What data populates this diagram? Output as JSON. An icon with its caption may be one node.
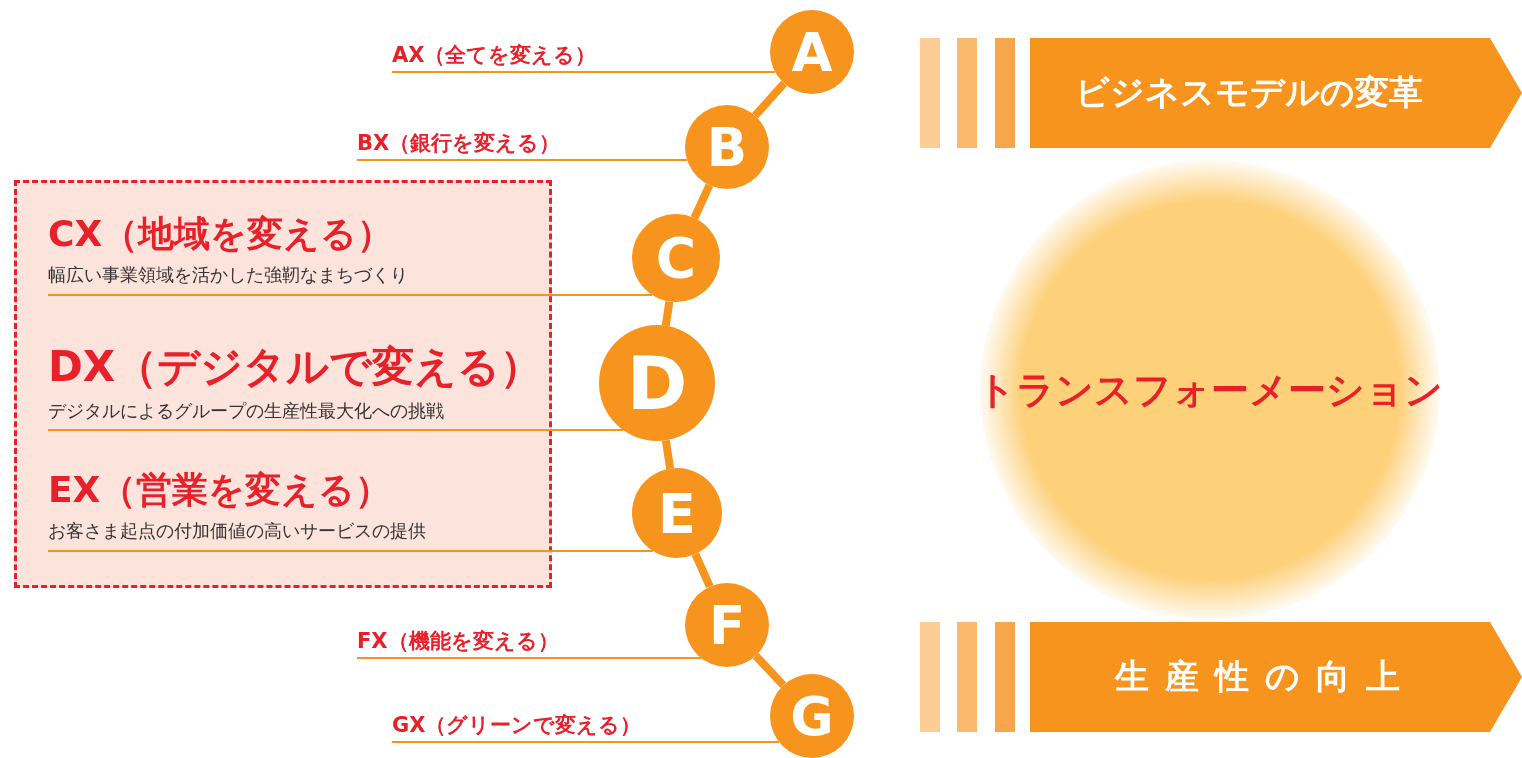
{
  "diagram": {
    "nodes": [
      {
        "text": [
          "AX（全てを変える）"
        ]
      },
      {
        "text": [
          "A"
        ]
      },
      {
        "text": [
          "BX（銀行を変える）"
        ]
      },
      {
        "text": [
          "B"
        ]
      },
      {
        "text": [],
        "shape": "box"
      },
      {
        "text": [
          "CX（地域を変える）",
          "幅広い事業領域を活かした強靭なまちづくり"
        ],
        "in": 4
      },
      {
        "text": [
          "C"
        ]
      },
      {
        "text": [
          "DX（デジタルで変える）",
          "デジタルによるグループの生産性最大化への挑戦"
        ],
        "in": 4
      },
      {
        "text": [
          "D"
        ]
      },
      {
        "text": [
          "EX（営業を変える）",
          "お客さま起点の付加価値の高いサービスの提供"
        ],
        "in": 4
      },
      {
        "text": [
          "E"
        ]
      },
      {
        "text": [
          "FX（機能を変える）"
        ]
      },
      {
        "text": [
          "F"
        ]
      },
      {
        "text": [
          "GX（グリーンで変える）"
        ]
      },
      {
        "text": [
          "G"
        ]
      },
      {
        "text": [
          "ビジネスモデルの変革"
        ]
      },
      {
        "text": [
          "トランスフォーメーション"
        ]
      },
      {
        "text": [
          "生産性の向上"
        ]
      }
    ],
    "edges": [
      {
        "from": 0,
        "to": 1,
        "arrow": "none"
      },
      {
        "from": 1,
        "to": 3,
        "arrow": "none",
        "style": "thick"
      },
      {
        "from": 2,
        "to": 3,
        "arrow": "none"
      },
      {
        "from": 3,
        "to": 6,
        "arrow": "none",
        "style": "thick"
      },
      {
        "from": 5,
        "to": 6,
        "arrow": "none"
      },
      {
        "from": 6,
        "to": 8,
        "arrow": "none",
        "style": "thick"
      },
      {
        "from": 7,
        "to": 8,
        "arrow": "none"
      },
      {
        "from": 8,
        "to": 10,
        "arrow": "none",
        "style": "thick"
      },
      {
        "from": 9,
        "to": 10,
        "arrow": "none"
      },
      {
        "from": 10,
        "to": 12,
        "arrow": "none",
        "style": "thick"
      },
      {
        "from": 11,
        "to": 12,
        "arrow": "none"
      },
      {
        "from": 12,
        "to": 14,
        "arrow": "none",
        "style": "thick"
      },
      {
        "from": 13,
        "to": 14,
        "arrow": "none"
      }
    ]
  }
}
